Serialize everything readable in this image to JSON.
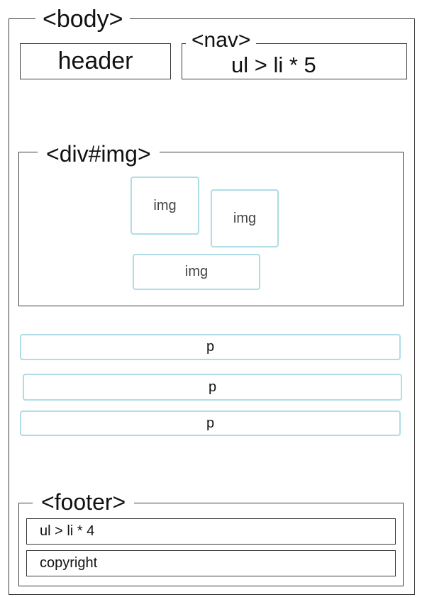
{
  "body": {
    "label": "<body>"
  },
  "header": {
    "label": "header"
  },
  "nav": {
    "label": "<nav>",
    "content": "ul > li * 5"
  },
  "div_img": {
    "label": "<div#img>",
    "images": [
      "img",
      "img",
      "img"
    ]
  },
  "paragraphs": [
    "p",
    "p",
    "p"
  ],
  "footer": {
    "label": "<footer>",
    "items": [
      "ul > li * 4",
      "copyright"
    ]
  },
  "colors": {
    "frame": "#3a3a3a",
    "content_box": "#aedde7"
  }
}
